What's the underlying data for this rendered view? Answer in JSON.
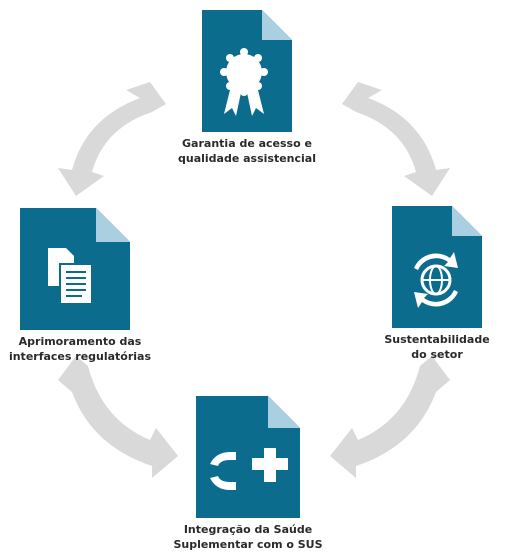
{
  "colors": {
    "doc_fill": "#0b6c8e",
    "doc_fold": "#a9cfe0",
    "arrow": "#d9d9d9",
    "text": "#2a2a2a"
  },
  "nodes": [
    {
      "id": "top",
      "icon": "award-ribbon-icon",
      "line1": "Garantia de acesso e",
      "line2": "qualidade assistencial"
    },
    {
      "id": "right",
      "icon": "globe-recycle-icon",
      "line1": "Sustentabilidade",
      "line2": "do setor"
    },
    {
      "id": "bottom",
      "icon": "sus-integration-cross-icon",
      "line1": "Integração da Saúde",
      "line2": "Suplementar com o SUS"
    },
    {
      "id": "left",
      "icon": "documents-icon",
      "line1": "Aprimoramento das",
      "line2": "interfaces regulatórias"
    }
  ]
}
